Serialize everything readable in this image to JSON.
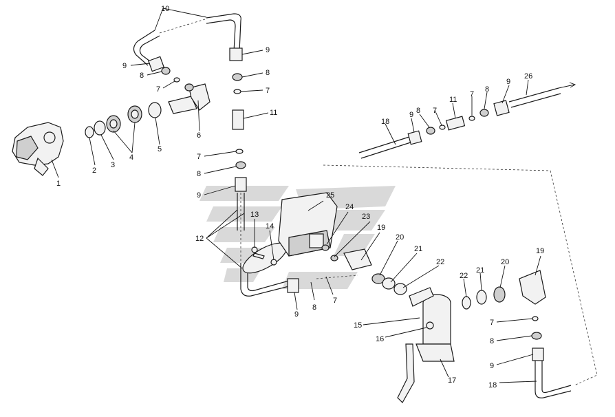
{
  "diagram": {
    "callouts": [
      {
        "id": "c1",
        "text": "1"
      },
      {
        "id": "c2",
        "text": "2"
      },
      {
        "id": "c3",
        "text": "3"
      },
      {
        "id": "c4",
        "text": "4"
      },
      {
        "id": "c5",
        "text": "5"
      },
      {
        "id": "c6",
        "text": "6"
      },
      {
        "id": "c7a",
        "text": "7"
      },
      {
        "id": "c7b",
        "text": "7"
      },
      {
        "id": "c7c",
        "text": "7"
      },
      {
        "id": "c7d",
        "text": "7"
      },
      {
        "id": "c7e",
        "text": "7"
      },
      {
        "id": "c7f",
        "text": "7"
      },
      {
        "id": "c7g",
        "text": "7"
      },
      {
        "id": "c8a",
        "text": "8"
      },
      {
        "id": "c8b",
        "text": "8"
      },
      {
        "id": "c8c",
        "text": "8"
      },
      {
        "id": "c8d",
        "text": "8"
      },
      {
        "id": "c8e",
        "text": "8"
      },
      {
        "id": "c8f",
        "text": "8"
      },
      {
        "id": "c8g",
        "text": "8"
      },
      {
        "id": "c9a",
        "text": "9"
      },
      {
        "id": "c9b",
        "text": "9"
      },
      {
        "id": "c9c",
        "text": "9"
      },
      {
        "id": "c9d",
        "text": "9"
      },
      {
        "id": "c9e",
        "text": "9"
      },
      {
        "id": "c9f",
        "text": "9"
      },
      {
        "id": "c9g",
        "text": "9"
      },
      {
        "id": "c10",
        "text": "10"
      },
      {
        "id": "c11a",
        "text": "11"
      },
      {
        "id": "c11b",
        "text": "11"
      },
      {
        "id": "c12",
        "text": "12"
      },
      {
        "id": "c13",
        "text": "13"
      },
      {
        "id": "c14",
        "text": "14"
      },
      {
        "id": "c15",
        "text": "15"
      },
      {
        "id": "c16",
        "text": "16"
      },
      {
        "id": "c17",
        "text": "17"
      },
      {
        "id": "c18a",
        "text": "18"
      },
      {
        "id": "c18b",
        "text": "18"
      },
      {
        "id": "c19a",
        "text": "19"
      },
      {
        "id": "c19b",
        "text": "19"
      },
      {
        "id": "c20a",
        "text": "20"
      },
      {
        "id": "c20b",
        "text": "20"
      },
      {
        "id": "c21a",
        "text": "21"
      },
      {
        "id": "c21b",
        "text": "21"
      },
      {
        "id": "c22a",
        "text": "22"
      },
      {
        "id": "c22b",
        "text": "22"
      },
      {
        "id": "c23",
        "text": "23"
      },
      {
        "id": "c24",
        "text": "24"
      },
      {
        "id": "c25",
        "text": "25"
      },
      {
        "id": "c26",
        "text": "26"
      }
    ]
  }
}
